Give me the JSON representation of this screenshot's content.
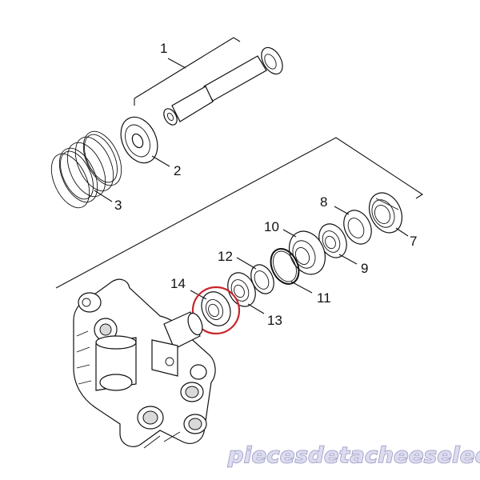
{
  "diagram": {
    "callouts": [
      {
        "id": "1",
        "label": "1"
      },
      {
        "id": "2",
        "label": "2"
      },
      {
        "id": "3",
        "label": "3"
      },
      {
        "id": "7",
        "label": "7"
      },
      {
        "id": "8",
        "label": "8"
      },
      {
        "id": "9",
        "label": "9"
      },
      {
        "id": "10",
        "label": "10"
      },
      {
        "id": "11",
        "label": "11"
      },
      {
        "id": "12",
        "label": "12"
      },
      {
        "id": "13",
        "label": "13"
      },
      {
        "id": "14",
        "label": "14"
      }
    ],
    "highlighted_part": "14",
    "highlight_color": "#c8262c"
  },
  "watermark": {
    "text": "piecesdetacheeselec.com",
    "fill_color": "#dcdcf0",
    "outline_color": "#9a98c4"
  }
}
